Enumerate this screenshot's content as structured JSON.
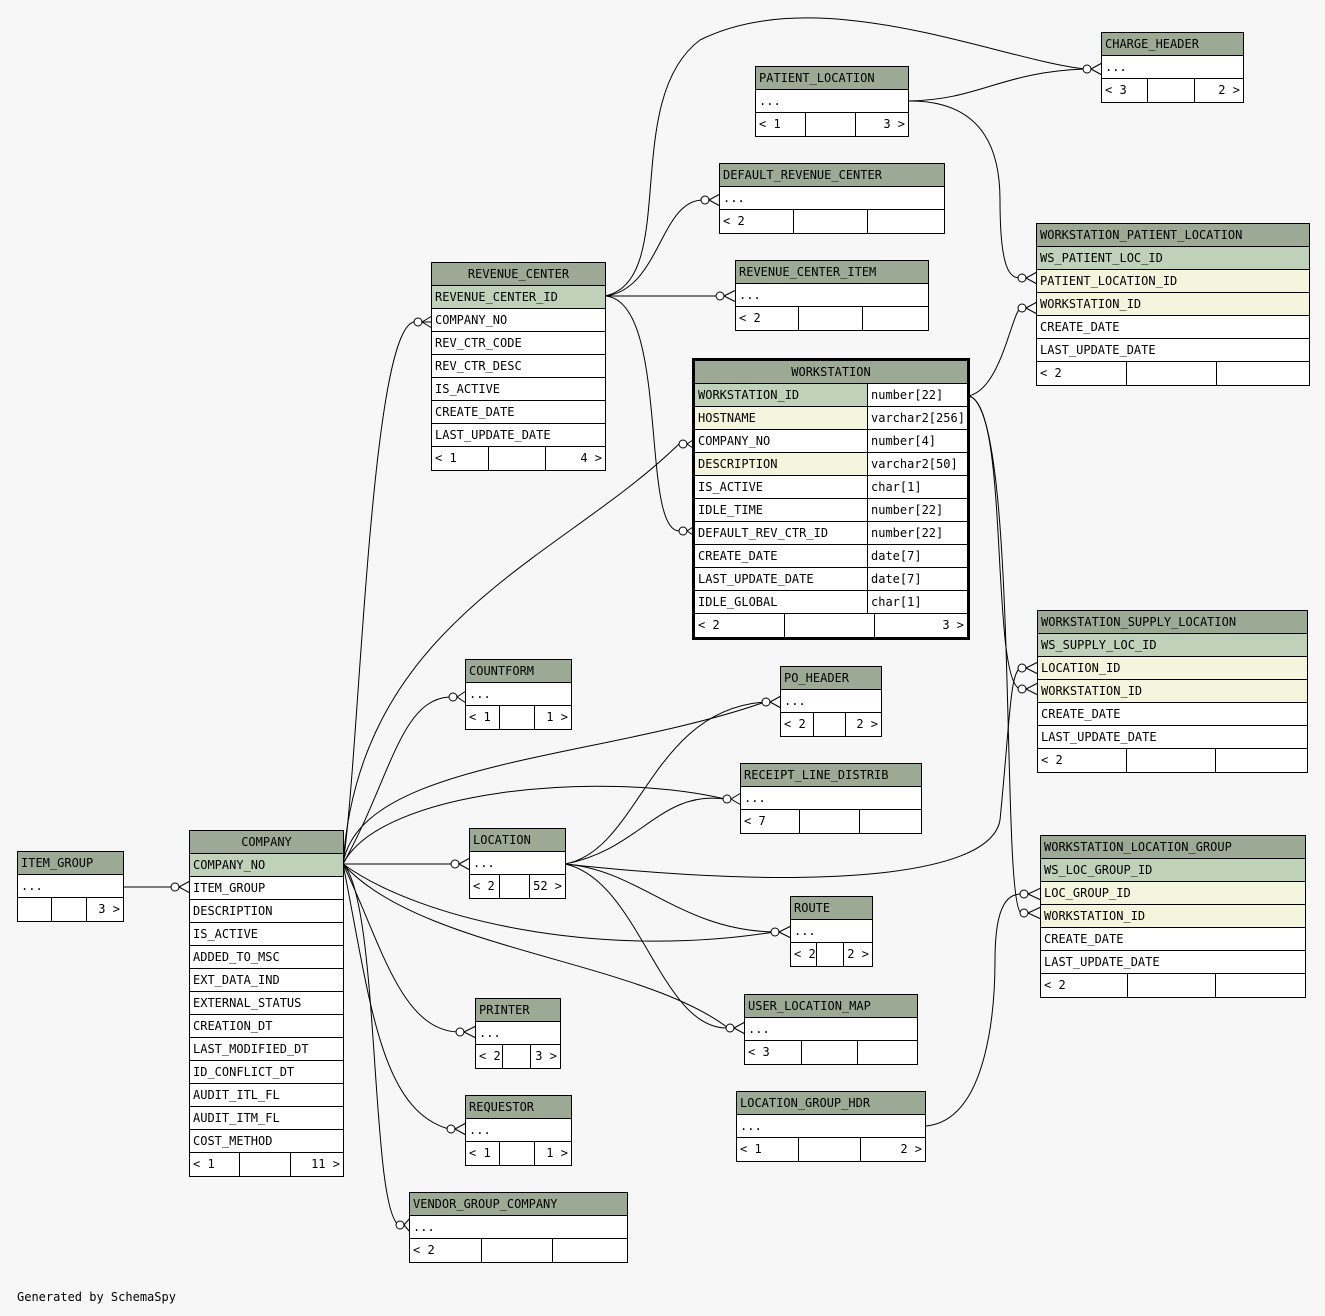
{
  "footer_text": "Generated by SchemaSpy",
  "tables": {
    "charge_header": {
      "name": "CHARGE_HEADER",
      "rows": [
        "..."
      ],
      "foot": [
        "< 3",
        "",
        "2 >"
      ]
    },
    "patient_location": {
      "name": "PATIENT_LOCATION",
      "rows": [
        "..."
      ],
      "foot": [
        "< 1",
        "",
        "3 >"
      ]
    },
    "default_revenue_center": {
      "name": "DEFAULT_REVENUE_CENTER",
      "rows": [
        "..."
      ],
      "foot": [
        "< 2",
        "",
        ""
      ]
    },
    "revenue_center_item": {
      "name": "REVENUE_CENTER_ITEM",
      "rows": [
        "..."
      ],
      "foot": [
        "< 2",
        "",
        ""
      ]
    },
    "revenue_center": {
      "name": "REVENUE_CENTER",
      "pk": "REVENUE_CENTER_ID",
      "rows": [
        "COMPANY_NO",
        "REV_CTR_CODE",
        "REV_CTR_DESC",
        "IS_ACTIVE",
        "CREATE_DATE",
        "LAST_UPDATE_DATE"
      ],
      "foot": [
        "< 1",
        "",
        "4 >"
      ]
    },
    "workstation": {
      "name": "WORKSTATION",
      "columns": [
        {
          "name": "WORKSTATION_ID",
          "type": "number[22]"
        },
        {
          "name": "HOSTNAME",
          "type": "varchar2[256]"
        },
        {
          "name": "COMPANY_NO",
          "type": "number[4]"
        },
        {
          "name": "DESCRIPTION",
          "type": "varchar2[50]"
        },
        {
          "name": "IS_ACTIVE",
          "type": "char[1]"
        },
        {
          "name": "IDLE_TIME",
          "type": "number[22]"
        },
        {
          "name": "DEFAULT_REV_CTR_ID",
          "type": "number[22]"
        },
        {
          "name": "CREATE_DATE",
          "type": "date[7]"
        },
        {
          "name": "LAST_UPDATE_DATE",
          "type": "date[7]"
        },
        {
          "name": "IDLE_GLOBAL",
          "type": "char[1]"
        }
      ],
      "foot": [
        "< 2",
        "",
        "3 >"
      ]
    },
    "workstation_patient_location": {
      "name": "WORKSTATION_PATIENT_LOCATION",
      "pk": "WS_PATIENT_LOC_ID",
      "idx": [
        "PATIENT_LOCATION_ID",
        "WORKSTATION_ID"
      ],
      "rows": [
        "CREATE_DATE",
        "LAST_UPDATE_DATE"
      ],
      "foot": [
        "< 2",
        "",
        ""
      ]
    },
    "workstation_supply_location": {
      "name": "WORKSTATION_SUPPLY_LOCATION",
      "pk": "WS_SUPPLY_LOC_ID",
      "idx": [
        "LOCATION_ID",
        "WORKSTATION_ID"
      ],
      "rows": [
        "CREATE_DATE",
        "LAST_UPDATE_DATE"
      ],
      "foot": [
        "< 2",
        "",
        ""
      ]
    },
    "workstation_location_group": {
      "name": "WORKSTATION_LOCATION_GROUP",
      "pk": "WS_LOC_GROUP_ID",
      "idx": [
        "LOC_GROUP_ID",
        "WORKSTATION_ID"
      ],
      "rows": [
        "CREATE_DATE",
        "LAST_UPDATE_DATE"
      ],
      "foot": [
        "< 2",
        "",
        ""
      ]
    },
    "countform": {
      "name": "COUNTFORM",
      "rows": [
        "..."
      ],
      "foot": [
        "< 1",
        "",
        "1 >"
      ]
    },
    "po_header": {
      "name": "PO_HEADER",
      "rows": [
        "..."
      ],
      "foot": [
        "< 2",
        "",
        "2 >"
      ]
    },
    "receipt_line_distrib": {
      "name": "RECEIPT_LINE_DISTRIB",
      "rows": [
        "..."
      ],
      "foot": [
        "< 7",
        "",
        ""
      ]
    },
    "location": {
      "name": "LOCATION",
      "rows": [
        "..."
      ],
      "foot": [
        "< 2",
        "",
        "52 >"
      ]
    },
    "route": {
      "name": "ROUTE",
      "rows": [
        "..."
      ],
      "foot": [
        "< 2",
        "",
        "2 >"
      ]
    },
    "printer": {
      "name": "PRINTER",
      "rows": [
        "..."
      ],
      "foot": [
        "< 2",
        "",
        "3 >"
      ]
    },
    "user_location_map": {
      "name": "USER_LOCATION_MAP",
      "rows": [
        "..."
      ],
      "foot": [
        "< 3",
        "",
        ""
      ]
    },
    "location_group_hdr": {
      "name": "LOCATION_GROUP_HDR",
      "rows": [
        "..."
      ],
      "foot": [
        "< 1",
        "",
        "2 >"
      ]
    },
    "requestor": {
      "name": "REQUESTOR",
      "rows": [
        "..."
      ],
      "foot": [
        "< 1",
        "",
        "1 >"
      ]
    },
    "vendor_group_company": {
      "name": "VENDOR_GROUP_COMPANY",
      "rows": [
        "..."
      ],
      "foot": [
        "< 2",
        "",
        ""
      ]
    },
    "item_group": {
      "name": "ITEM_GROUP",
      "rows": [
        "..."
      ],
      "foot": [
        "",
        "",
        "3 >"
      ]
    },
    "company": {
      "name": "COMPANY",
      "pk": "COMPANY_NO",
      "rows": [
        "ITEM_GROUP",
        "DESCRIPTION",
        "IS_ACTIVE",
        "ADDED_TO_MSC",
        "EXT_DATA_IND",
        "EXTERNAL_STATUS",
        "CREATION_DT",
        "LAST_MODIFIED_DT",
        "ID_CONFLICT_DT",
        "AUDIT_ITL_FL",
        "AUDIT_ITM_FL",
        "COST_METHOD"
      ],
      "foot": [
        "< 1",
        "",
        "11 >"
      ]
    }
  },
  "colors": {
    "header": "#9caa95",
    "primary_key": "#bfd1b8",
    "indexed": "#f3f6dc",
    "background": "#f7f7f7"
  }
}
